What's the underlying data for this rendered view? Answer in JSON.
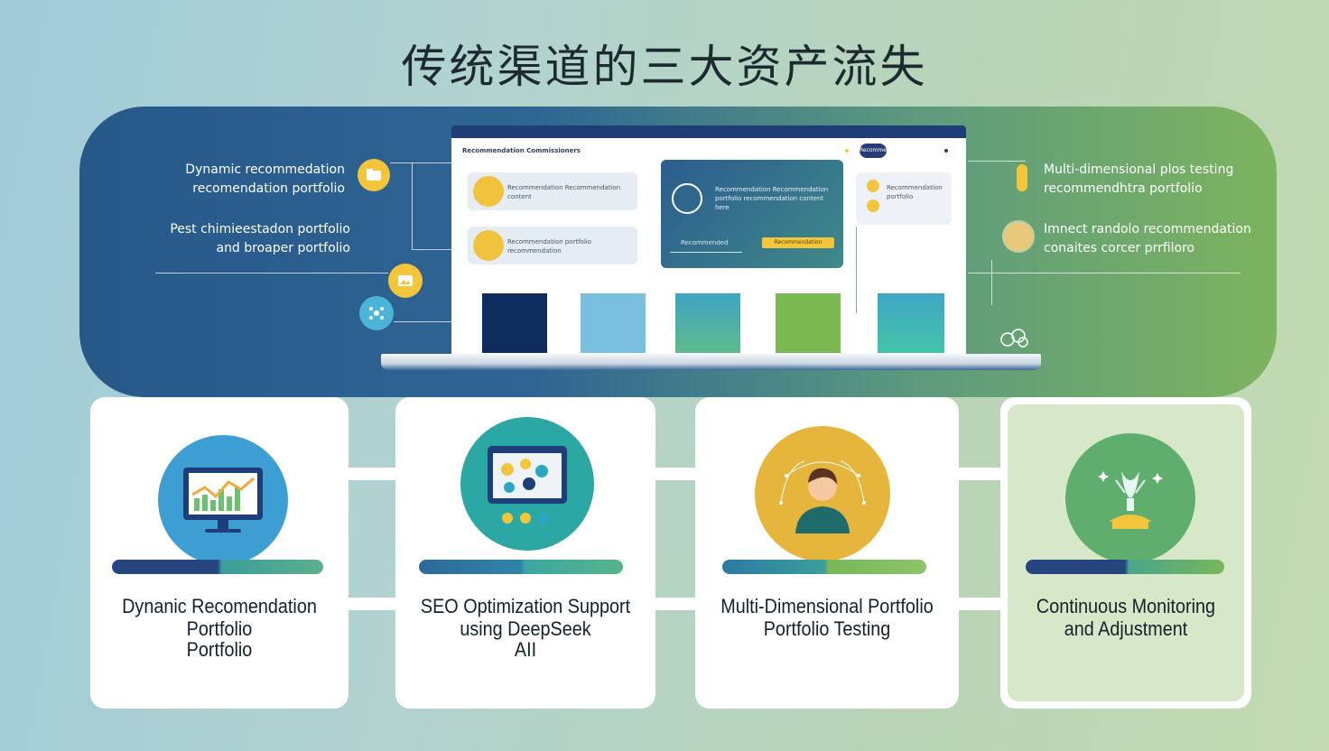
{
  "title": "传统渠道的三大资产流失",
  "hero": {
    "left_items": [
      {
        "line1": "Dynamic recommedation",
        "line2": "recomendation portfolio"
      },
      {
        "line1": "Pest chimieestadon portfolio",
        "line2": "and broaper portfolio"
      }
    ],
    "right_items": [
      {
        "line1": "Multi-dimensional plos testing",
        "line2": "recommendhtra portfolio"
      },
      {
        "line1": "Imnect randolo recommendation",
        "line2": "conaites corcer prrfiloro"
      }
    ],
    "screen": {
      "nav_left": "Recommendation   Commissioners",
      "nav_button": "Recommend",
      "card1_text": "Recommendation Recommendation content",
      "card2_text": "Recommendation portfolio recommendation",
      "feature_text": "Recommendation Recommendation portfolio recommendation content here",
      "feature_label": "Recommended",
      "feature_button": "Recommendation",
      "side_text": "Recommendation portfolio"
    }
  },
  "cards": [
    {
      "lines": [
        "Dynanic Recomendation",
        "Portfolio",
        "Portfolio"
      ],
      "icon": "monitor-chart-icon",
      "color": "#3c9ed2"
    },
    {
      "lines": [
        "SEO Optimization Support",
        "using   DeepSeek",
        "AII"
      ],
      "icon": "tablet-apps-icon",
      "color": "#2ba7a4"
    },
    {
      "lines": [
        "Multi-Dimensional Portfolio",
        "Portfolio Testing"
      ],
      "icon": "person-network-icon",
      "color": "#e6b53c"
    },
    {
      "lines": [
        "Continuous Monitoring",
        "and Adjustment"
      ],
      "icon": "trophy-sparkle-icon",
      "color": "#5fae6e"
    }
  ],
  "colors": {
    "hero_blue": "#27588a",
    "hero_green": "#7db45e",
    "bar_navy": "#26457e",
    "bar_teal": "#3b9e9a",
    "bar_green": "#78b75a"
  }
}
